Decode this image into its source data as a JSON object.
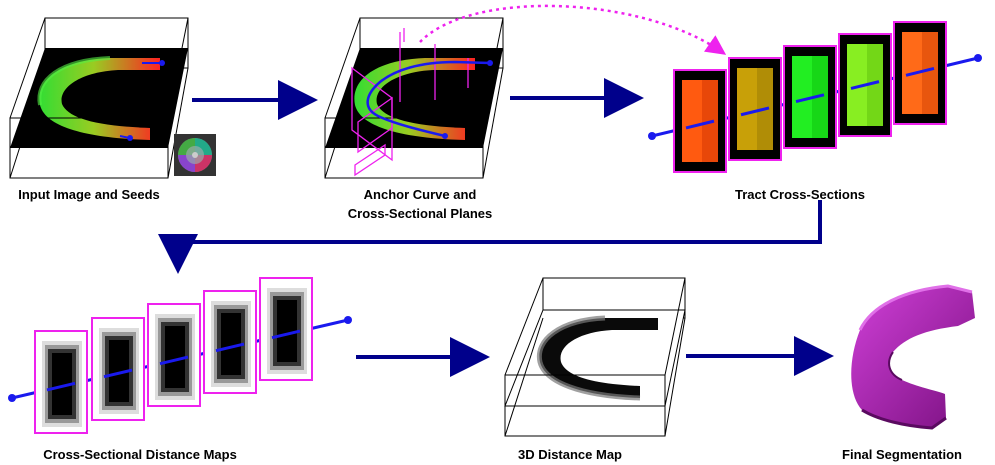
{
  "captions": {
    "input": "Input Image and Seeds",
    "anchor_line1": "Anchor Curve and",
    "anchor_line2": "Cross-Sectional Planes",
    "tract": "Tract Cross-Sections",
    "distance_maps": "Cross-Sectional Distance Maps",
    "distance_3d": "3D Distance Map",
    "final": "Final Segmentation"
  },
  "colors": {
    "flow_arrow": "#00008b",
    "curve_arrow": "#ee22ee",
    "plane_border": "#ee22ee",
    "curve": "#1a1aee",
    "segmentation": "#a020a8"
  },
  "tract_slices": [
    {
      "fill": "#ff5a10",
      "inner": "#d83a05"
    },
    {
      "fill": "#c8a008",
      "inner": "#a08005"
    },
    {
      "fill": "#22ee22",
      "inner": "#10c810"
    },
    {
      "fill": "#88ee22",
      "inner": "#66c810"
    },
    {
      "fill": "#ff6a18",
      "inner": "#d84a08"
    }
  ]
}
